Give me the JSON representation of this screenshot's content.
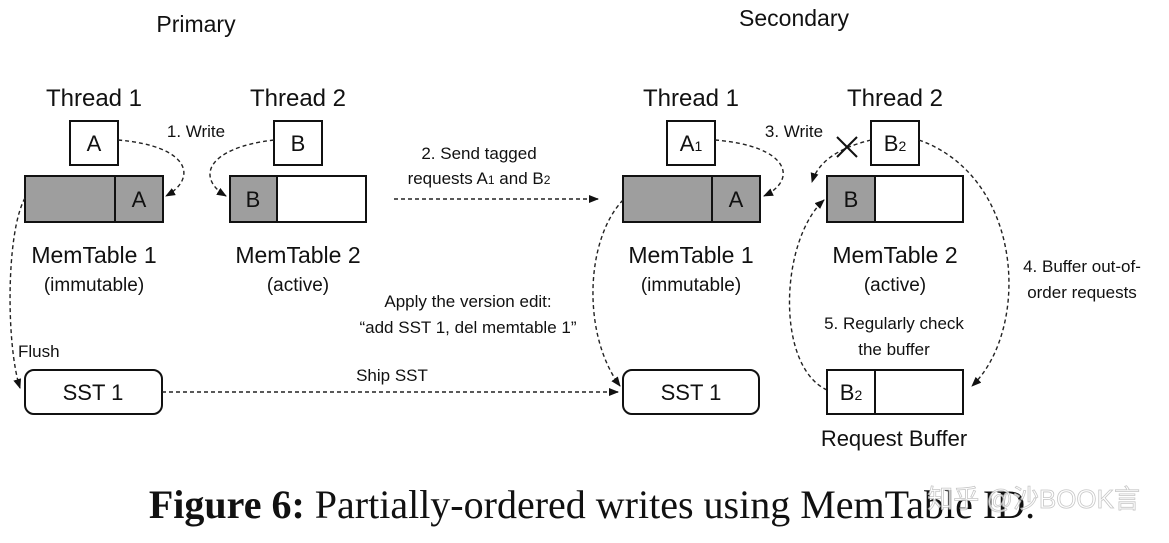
{
  "primary": {
    "title": "Primary",
    "thread1": {
      "label": "Thread 1",
      "request": "A"
    },
    "thread2": {
      "label": "Thread 2",
      "request": "B"
    },
    "write_label": "1. Write",
    "memtable1": {
      "entry": "A",
      "name": "MemTable 1",
      "state": "(immutable)"
    },
    "memtable2": {
      "entry": "B",
      "name": "MemTable 2",
      "state": "(active)"
    },
    "flush_label": "Flush",
    "sst": "SST 1"
  },
  "links": {
    "send_line1": "2. Send tagged",
    "send_line2_prefix": "requests A",
    "send_line2_sub1": "1",
    "send_line2_mid": " and B",
    "send_line2_sub2": "2",
    "apply_line1": "Apply the version edit:",
    "apply_line2": "“add SST 1, del memtable 1”",
    "ship_label": "Ship SST"
  },
  "secondary": {
    "title": "Secondary",
    "thread1": {
      "label": "Thread 1",
      "request": "A",
      "request_sub": "1"
    },
    "thread2": {
      "label": "Thread 2",
      "request": "B",
      "request_sub": "2"
    },
    "write_label": "3. Write",
    "memtable1": {
      "entry": "A",
      "name": "MemTable 1",
      "state": "(immutable)"
    },
    "memtable2": {
      "entry": "B",
      "name": "MemTable 2",
      "state": "(active)"
    },
    "buffer_line1": "4. Buffer out-of-",
    "buffer_line2": "order requests",
    "check_line1": "5. Regularly check",
    "check_line2": "the buffer",
    "sst": "SST 1",
    "request_buffer": {
      "entry": "B",
      "entry_sub": "2",
      "label": "Request Buffer"
    }
  },
  "caption": {
    "bold": "Figure 6:",
    "text": " Partially-ordered writes using MemTable ID."
  },
  "watermark": "知乎 @沙BOOK言"
}
